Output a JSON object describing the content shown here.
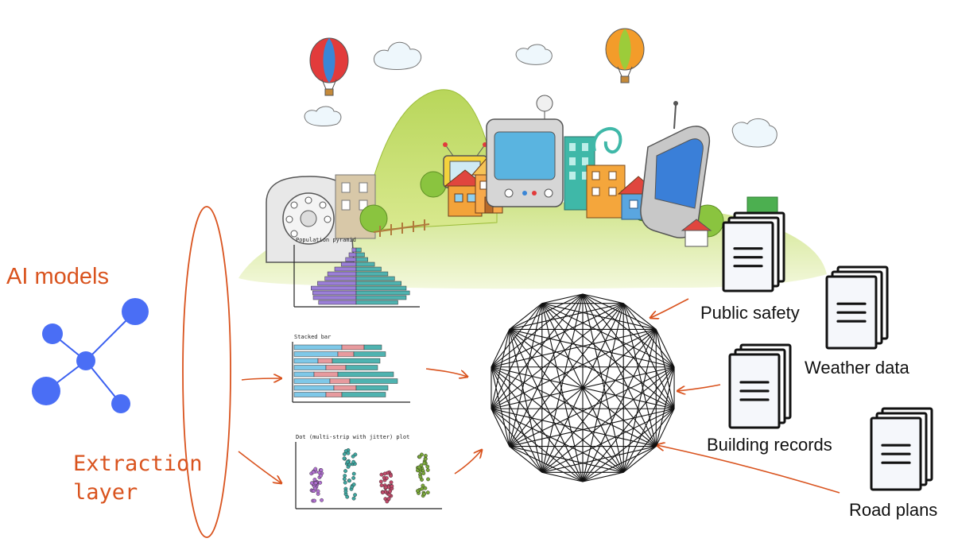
{
  "labels": {
    "ai_models": "AI models",
    "extraction_line1": "Extraction",
    "extraction_line2": "layer"
  },
  "sources": {
    "public_safety": "Public safety",
    "weather_data": "Weather data",
    "building_records": "Building records",
    "road_plans": "Road plans"
  },
  "mini_charts": {
    "pyramid_title": "Population pyramid",
    "stacked_title": "Stacked bar",
    "dot_title": "Dot (multi-strip with jitter) plot"
  },
  "graph": {
    "nodes": 14
  },
  "colors": {
    "accent": "#d9531e",
    "node_blue": "#4a6ef5",
    "purple": "#9b7fd8",
    "teal": "#4fb3b0",
    "pink": "#e79a9e",
    "sky": "#7ec8e8",
    "hill": "#cfe48a"
  },
  "icons": [
    "hot-air-balloon-icon",
    "cloud-icon",
    "telephone-icon",
    "tv-icon",
    "mobile-phone-icon",
    "document-stack-icon",
    "network-icon"
  ]
}
